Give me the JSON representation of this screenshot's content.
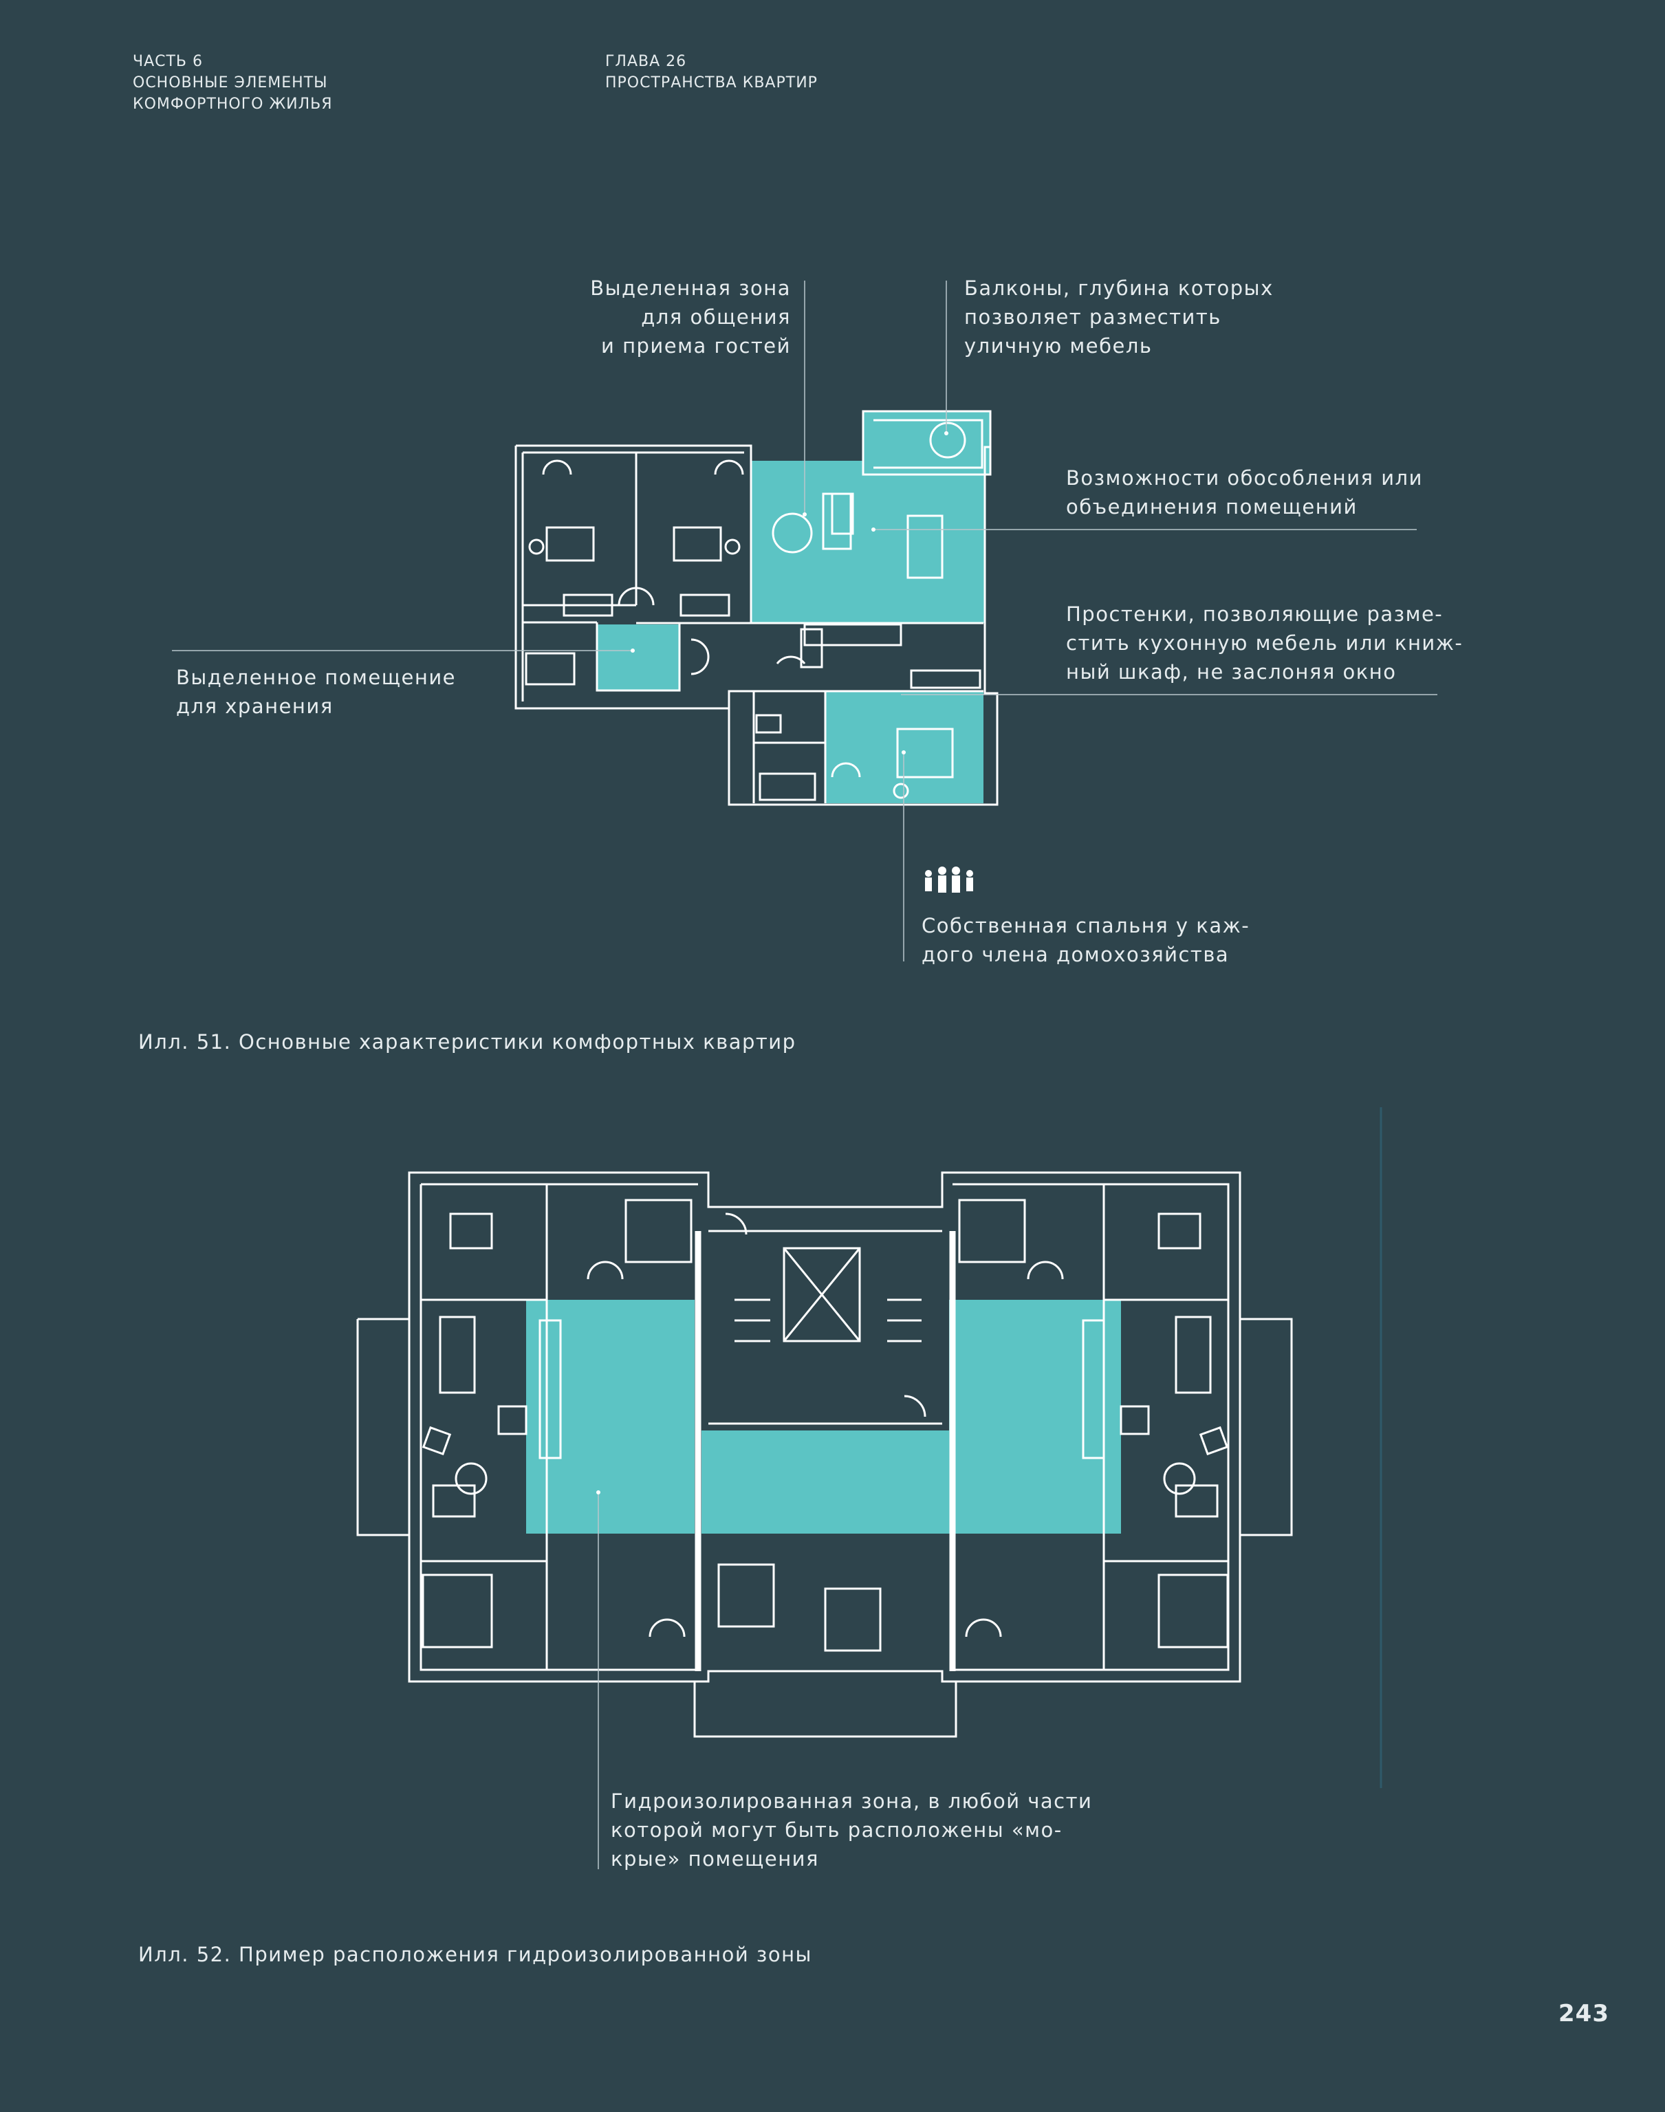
{
  "header": {
    "part": [
      "ЧАСТЬ 6",
      "ОСНОВНЫЕ ЭЛЕМЕНТЫ",
      "КОМФОРТНОГО ЖИЛЬЯ"
    ],
    "chapter": [
      "ГЛАВА 26",
      "ПРОСТРАНСТВА КВАРТИР"
    ]
  },
  "figure51": {
    "annotations": {
      "social_zone": "Выделенная зона\nдля общения\nи приема гостей",
      "balconies": "Балконы, глубина которых\nпозволяет разместить\nуличную мебель",
      "rooms_join": "Возможности обособления или\nобъединения помещений",
      "piers": "Простенки, позволяющие разме-\nстить кухонную мебель или книж-\nный шкаф, не заслоняя окно",
      "storage": "Выделенное помещение\nдля хранения",
      "bedroom": "Собственная спальня у каж-\nдого члена домохозяйства"
    },
    "people_icon": "household-members-icon",
    "caption": "Илл. 51. Основные характеристики комфортных квартир"
  },
  "figure52": {
    "annotation": "Гидроизолированная зона, в любой части\nкоторой могут быть расположены «мо-\nкрые» помещения",
    "caption": "Илл. 52. Пример расположения гидроизолированной зоны"
  },
  "page_number": "243",
  "colors": {
    "background": "#2e444c",
    "accent": "#5cc4c4",
    "line": "#ffffff"
  }
}
